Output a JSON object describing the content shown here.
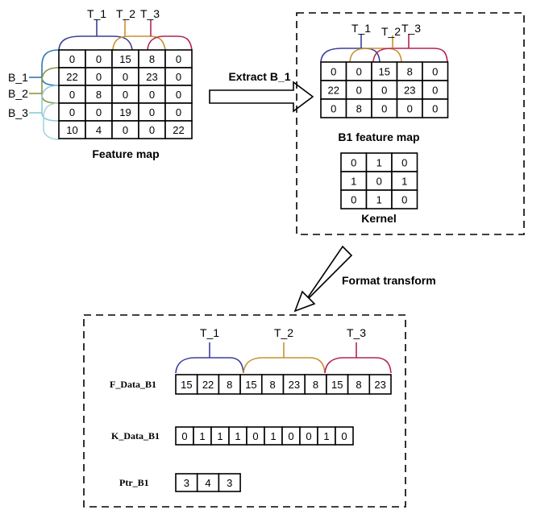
{
  "feature_map": {
    "caption": "Feature map",
    "rows": [
      [
        "0",
        "0",
        "15",
        "8",
        "0"
      ],
      [
        "22",
        "0",
        "0",
        "23",
        "0"
      ],
      [
        "0",
        "8",
        "0",
        "0",
        "0"
      ],
      [
        "0",
        "0",
        "19",
        "0",
        "0"
      ],
      [
        "10",
        "4",
        "0",
        "0",
        "22"
      ]
    ],
    "col_labels": [
      "T_1",
      "T_2",
      "T_3"
    ],
    "row_labels": [
      "B_1",
      "B_2",
      "B_3"
    ]
  },
  "arrow_extract": {
    "label": "Extract B_1"
  },
  "b1_map": {
    "caption": "B1 feature map",
    "rows": [
      [
        "0",
        "0",
        "15",
        "8",
        "0"
      ],
      [
        "22",
        "0",
        "0",
        "23",
        "0"
      ],
      [
        "0",
        "8",
        "0",
        "0",
        "0"
      ]
    ],
    "col_labels": [
      "T_1",
      "T_2",
      "T_3"
    ]
  },
  "kernel": {
    "caption": "Kernel",
    "rows": [
      [
        "0",
        "1",
        "0"
      ],
      [
        "1",
        "0",
        "1"
      ],
      [
        "0",
        "1",
        "0"
      ]
    ]
  },
  "arrow_format": {
    "label": "Format transform"
  },
  "format": {
    "group_labels": [
      "T_1",
      "T_2",
      "T_3"
    ],
    "f_data": {
      "label": "F_Data_B1",
      "values": [
        "15",
        "22",
        "8",
        "15",
        "8",
        "23",
        "8",
        "15",
        "8",
        "23"
      ]
    },
    "k_data": {
      "label": "K_Data_B1",
      "values": [
        "0",
        "1",
        "1",
        "1",
        "0",
        "1",
        "0",
        "0",
        "1",
        "0"
      ]
    },
    "ptr": {
      "label": "Ptr_B1",
      "values": [
        "3",
        "4",
        "3"
      ]
    }
  },
  "colors": {
    "t1": "#3b3f9a",
    "t2": "#c8902e",
    "t3": "#b3245a",
    "b1": "#2f78b5",
    "b2": "#8e9440",
    "b3": "#8ec9d8",
    "row5": "#a6d4e0"
  }
}
